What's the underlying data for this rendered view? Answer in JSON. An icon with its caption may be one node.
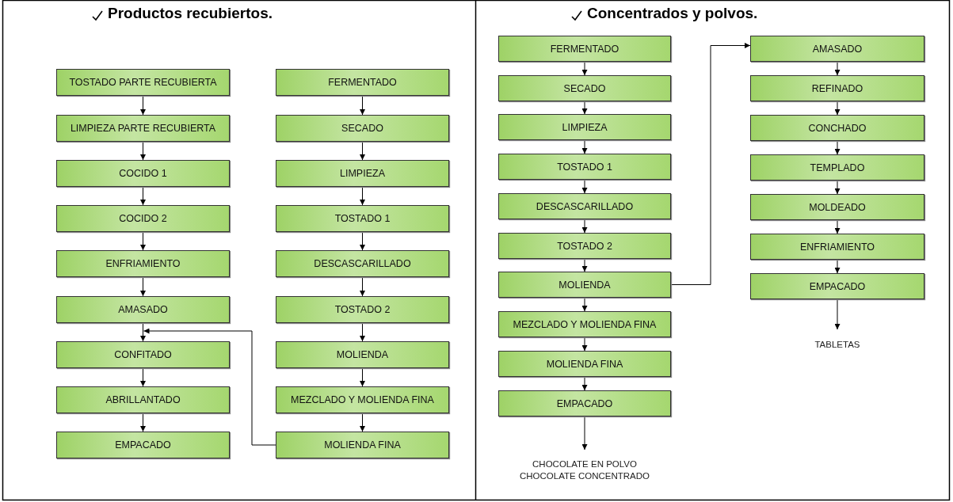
{
  "diagram": {
    "nodes": [
      {
        "text": [
          "TOSTADO PARTE RECUBIERTA"
        ]
      },
      {
        "text": [
          "LIMPIEZA PARTE RECUBIERTA"
        ]
      },
      {
        "text": [
          "COCIDO 1"
        ]
      },
      {
        "text": [
          "COCIDO 2"
        ]
      },
      {
        "text": [
          "ENFRIAMIENTO"
        ]
      },
      {
        "text": [
          "AMASADO"
        ]
      },
      {
        "text": [
          "CONFITADO"
        ]
      },
      {
        "text": [
          "ABRILLANTADO"
        ]
      },
      {
        "text": [
          "EMPACADO"
        ]
      },
      {
        "text": [
          "FERMENTADO"
        ]
      },
      {
        "text": [
          "SECADO"
        ]
      },
      {
        "text": [
          "LIMPIEZA"
        ]
      },
      {
        "text": [
          "TOSTADO 1"
        ]
      },
      {
        "text": [
          "DESCASCARILLADO"
        ]
      },
      {
        "text": [
          "TOSTADO 2"
        ]
      },
      {
        "text": [
          "MOLIENDA"
        ]
      },
      {
        "text": [
          "MEZCLADO Y MOLIENDA FINA"
        ]
      },
      {
        "text": [
          "MOLIENDA FINA"
        ]
      },
      {
        "text": [
          "FERMENTADO"
        ]
      },
      {
        "text": [
          "SECADO"
        ]
      },
      {
        "text": [
          "LIMPIEZA"
        ]
      },
      {
        "text": [
          "TOSTADO 1"
        ]
      },
      {
        "text": [
          "DESCASCARILLADO"
        ]
      },
      {
        "text": [
          "TOSTADO 2"
        ]
      },
      {
        "text": [
          "MOLIENDA"
        ]
      },
      {
        "text": [
          "MEZCLADO Y MOLIENDA FINA"
        ]
      },
      {
        "text": [
          "MOLIENDA FINA"
        ]
      },
      {
        "text": [
          "EMPACADO"
        ]
      },
      {
        "text": [
          "CHOCOLATE EN POLVO",
          "CHOCOLATE CONCENTRADO"
        ]
      },
      {
        "text": [
          "AMASADO"
        ]
      },
      {
        "text": [
          "REFINADO"
        ]
      },
      {
        "text": [
          "CONCHADO"
        ]
      },
      {
        "text": [
          "TEMPLADO"
        ]
      },
      {
        "text": [
          "MOLDEADO"
        ]
      },
      {
        "text": [
          "ENFRIAMIENTO"
        ]
      },
      {
        "text": [
          "EMPACADO"
        ]
      },
      {
        "text": [
          "TABLETAS"
        ]
      }
    ],
    "edges": [
      {
        "from": 0,
        "to": 1,
        "arrow": "to"
      },
      {
        "from": 1,
        "to": 2,
        "arrow": "to"
      },
      {
        "from": 2,
        "to": 3,
        "arrow": "to"
      },
      {
        "from": 3,
        "to": 4,
        "arrow": "to"
      },
      {
        "from": 4,
        "to": 5,
        "arrow": "to"
      },
      {
        "from": 5,
        "to": 6,
        "arrow": "to"
      },
      {
        "from": 6,
        "to": 7,
        "arrow": "to"
      },
      {
        "from": 7,
        "to": 8,
        "arrow": "to"
      },
      {
        "from": 9,
        "to": 10,
        "arrow": "to"
      },
      {
        "from": 10,
        "to": 11,
        "arrow": "to"
      },
      {
        "from": 11,
        "to": 12,
        "arrow": "to"
      },
      {
        "from": 12,
        "to": 13,
        "arrow": "to"
      },
      {
        "from": 13,
        "to": 14,
        "arrow": "to"
      },
      {
        "from": 14,
        "to": 15,
        "arrow": "to"
      },
      {
        "from": 15,
        "to": 16,
        "arrow": "to"
      },
      {
        "from": 16,
        "to": 17,
        "arrow": "to"
      },
      {
        "from": 17,
        "to": 6,
        "arrow": "to"
      },
      {
        "from": 18,
        "to": 19,
        "arrow": "to"
      },
      {
        "from": 19,
        "to": 20,
        "arrow": "to"
      },
      {
        "from": 20,
        "to": 21,
        "arrow": "to"
      },
      {
        "from": 21,
        "to": 22,
        "arrow": "to"
      },
      {
        "from": 22,
        "to": 23,
        "arrow": "to"
      },
      {
        "from": 23,
        "to": 24,
        "arrow": "to"
      },
      {
        "from": 24,
        "to": 25,
        "arrow": "to"
      },
      {
        "from": 25,
        "to": 26,
        "arrow": "to"
      },
      {
        "from": 26,
        "to": 27,
        "arrow": "to"
      },
      {
        "from": 27,
        "to": 28,
        "arrow": "to"
      },
      {
        "from": 24,
        "to": 29,
        "arrow": "to"
      },
      {
        "from": 29,
        "to": 30,
        "arrow": "to"
      },
      {
        "from": 30,
        "to": 31,
        "arrow": "to"
      },
      {
        "from": 31,
        "to": 32,
        "arrow": "to"
      },
      {
        "from": 32,
        "to": 33,
        "arrow": "to"
      },
      {
        "from": 33,
        "to": 34,
        "arrow": "to"
      },
      {
        "from": 34,
        "to": 35,
        "arrow": "to"
      },
      {
        "from": 35,
        "to": 36,
        "arrow": "to"
      }
    ],
    "labels": [
      "Productos recubiertos.",
      "Concentrados y polvos."
    ]
  }
}
